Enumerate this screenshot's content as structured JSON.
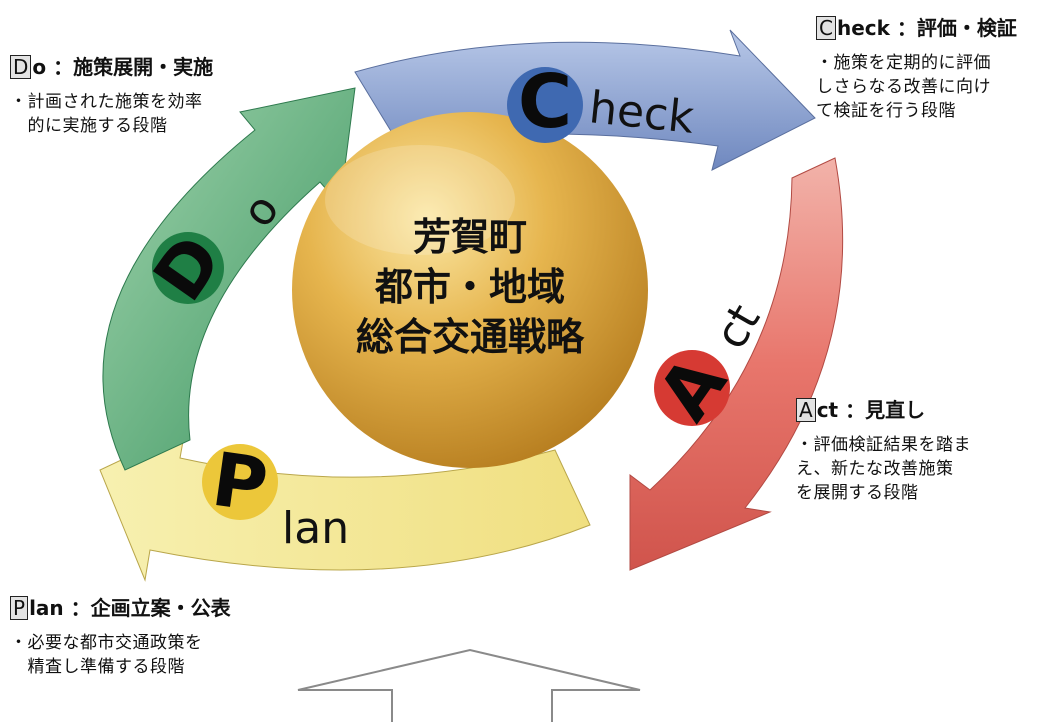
{
  "center": {
    "lines": [
      "芳賀町",
      "都市・地域",
      "総合交通戦略"
    ]
  },
  "cycle": {
    "do": {
      "letter": "D",
      "rest": "o"
    },
    "check": {
      "letter": "C",
      "rest": "heck"
    },
    "act": {
      "letter": "A",
      "rest": "ct"
    },
    "plan": {
      "letter": "P",
      "rest": "lan"
    }
  },
  "panels": {
    "do": {
      "letter": "D",
      "rest": "o",
      "title": "：施策展開・実施",
      "desc": [
        "・計画された施策を効率",
        "　的に実施する段階"
      ]
    },
    "check": {
      "letter": "C",
      "rest": "heck",
      "title": "：評価・検証",
      "desc": [
        "・施策を定期的に評価",
        "しさらなる改善に向け",
        "て検証を行う段階"
      ]
    },
    "act": {
      "letter": "A",
      "rest": "ct",
      "title": "：見直し",
      "desc": [
        "・評価検証結果を踏ま",
        "え、新たな改善施策",
        "を展開する段階"
      ]
    },
    "plan": {
      "letter": "P",
      "rest": "lan",
      "title": "：企画立案・公表",
      "desc": [
        "・必要な都市交通政策を",
        "　精査し準備する段階"
      ]
    }
  },
  "colors": {
    "do": "#3f9a63",
    "check": "#7f97c9",
    "act": "#e0635a",
    "plan": "#f0e08a",
    "sphere": "#d9a53a"
  }
}
